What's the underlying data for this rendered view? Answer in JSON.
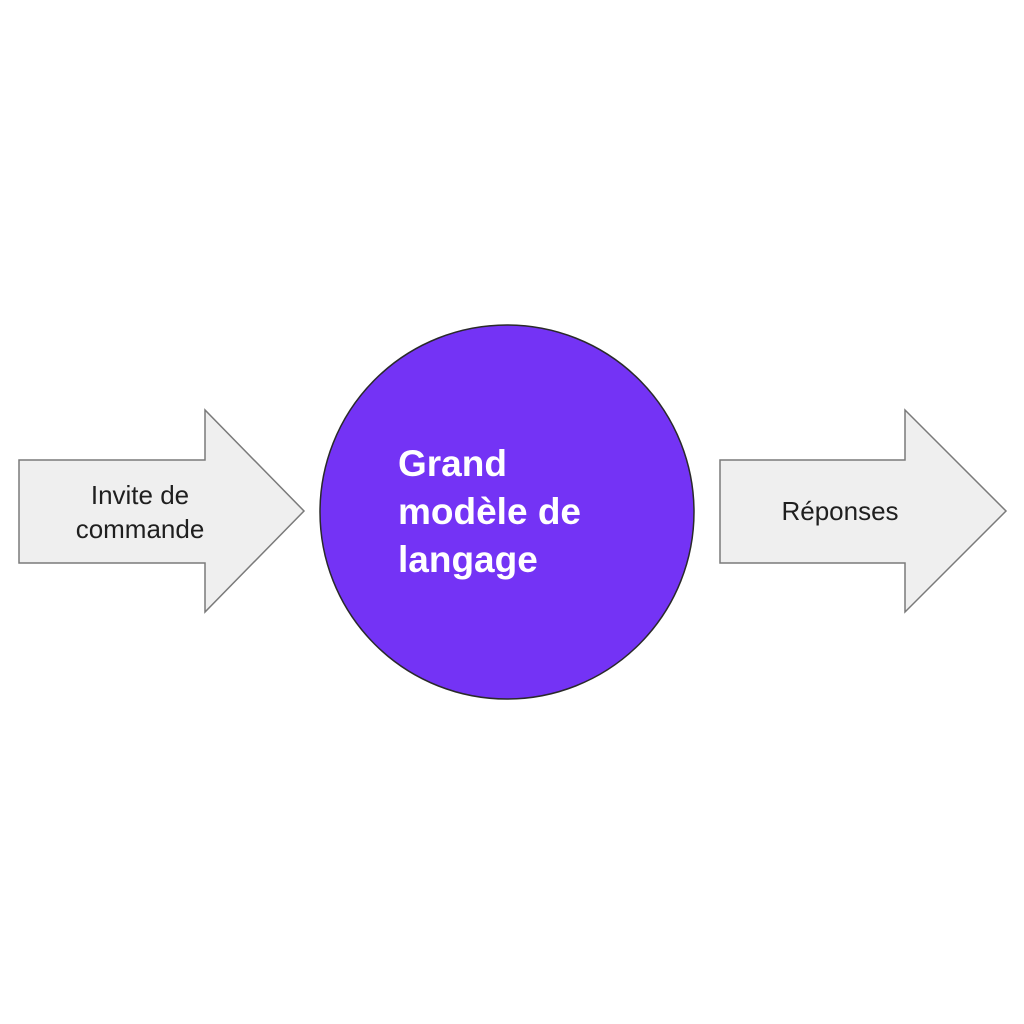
{
  "diagram": {
    "input": {
      "lines": [
        "Invite de",
        "commande"
      ]
    },
    "model": {
      "lines": [
        "Grand",
        "modèle de",
        "langage"
      ]
    },
    "output": {
      "label": "Réponses"
    }
  },
  "colors": {
    "background": "#ffffff",
    "arrow_fill": "#efefef",
    "arrow_stroke": "#7a7a7a",
    "model_fill": "#7433f5",
    "model_stroke": "#2a2a2a",
    "model_text": "#ffffff",
    "arrow_text": "#1f1f1f"
  }
}
